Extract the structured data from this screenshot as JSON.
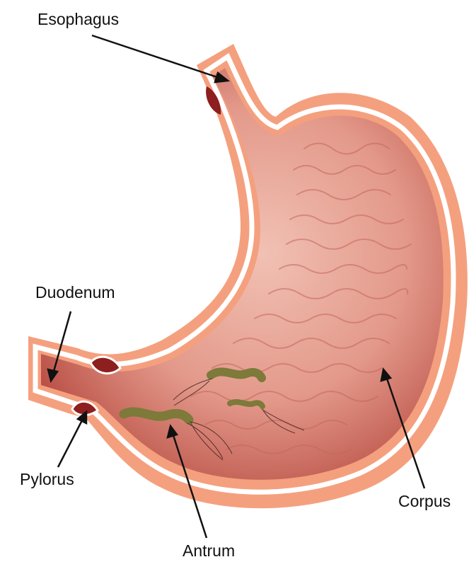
{
  "labels": {
    "esophagus": "Esophagus",
    "duodenum": "Duodenum",
    "pylorus": "Pylorus",
    "antrum": "Antrum",
    "corpus": "Corpus"
  },
  "colors": {
    "outer_wall": "#f4a07e",
    "wall_highlight": "#ffffff",
    "lumen_dark": "#a8403a",
    "lumen_mid": "#d8776a",
    "lumen_light": "#f1c1b4",
    "sphincter": "#8e1f1f",
    "bacteria": "#7d7a3a",
    "arrow": "#111111"
  },
  "icons": {
    "bacteria": "helicobacter-bacteria-icon",
    "sphincter": "pyloric-sphincter-icon"
  }
}
